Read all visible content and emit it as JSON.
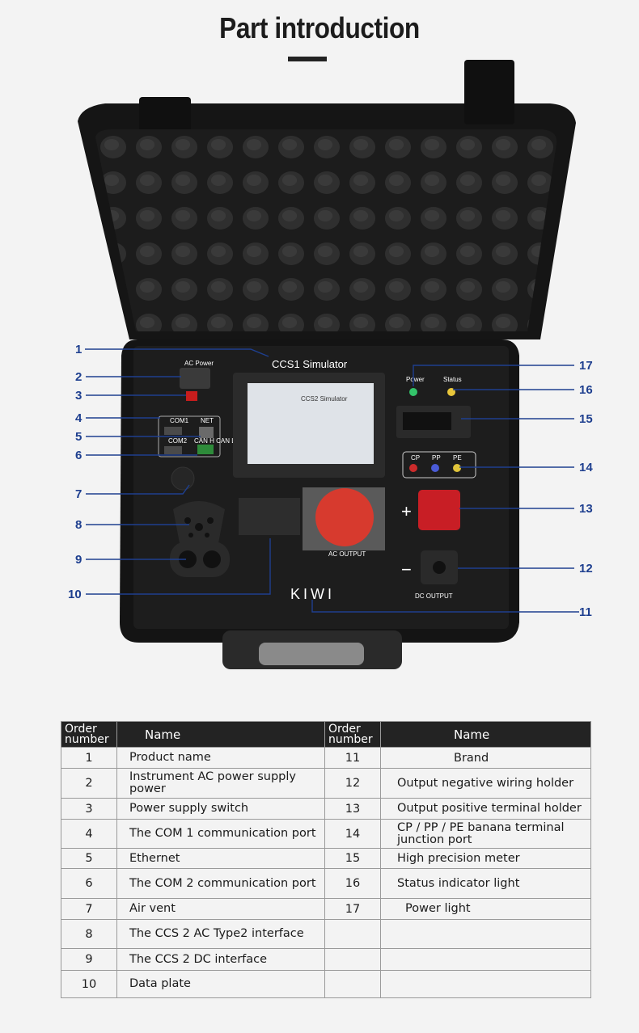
{
  "page": {
    "title": "Part introduction"
  },
  "device": {
    "product_label": "CCS1 Simulator",
    "screen_title": "CCS2 Simulator",
    "brand": "KIWI",
    "ac_power_label": "AC Power",
    "com1_label": "COM1",
    "net_label": "NET",
    "com2_label": "COM2",
    "can_labels": "CAN H  CAN L",
    "power_label": "Power",
    "status_label": "Status",
    "banana_labels": [
      "CP",
      "PP",
      "PE"
    ],
    "ac_output_label": "AC OUTPUT",
    "dc_output_label": "DC OUTPUT",
    "plus_sign": "+",
    "minus_sign": "−",
    "callouts": [
      "1",
      "2",
      "3",
      "4",
      "5",
      "6",
      "7",
      "8",
      "9",
      "10",
      "11",
      "12",
      "13",
      "14",
      "15",
      "16",
      "17"
    ]
  },
  "table": {
    "headers": {
      "order": "Order number",
      "name": "Name"
    },
    "rows": [
      {
        "left_no": "1",
        "left_name": "Product name",
        "right_no": "11",
        "right_name": "Brand"
      },
      {
        "left_no": "2",
        "left_name": "Instrument AC power supply power",
        "right_no": "12",
        "right_name": "Output negative wiring holder"
      },
      {
        "left_no": "3",
        "left_name": "Power supply switch",
        "right_no": "13",
        "right_name": "Output positive terminal holder"
      },
      {
        "left_no": "4",
        "left_name": "The COM 1 communication port",
        "right_no": "14",
        "right_name": "CP / PP / PE banana terminal junction port"
      },
      {
        "left_no": "5",
        "left_name": "Ethernet",
        "right_no": "15",
        "right_name": "High precision meter"
      },
      {
        "left_no": "6",
        "left_name": "The COM 2 communication port",
        "right_no": "16",
        "right_name": "Status indicator light"
      },
      {
        "left_no": "7",
        "left_name": "Air vent",
        "right_no": "17",
        "right_name": "Power light"
      },
      {
        "left_no": "8",
        "left_name": "The CCS 2 AC Type2 interface",
        "right_no": "",
        "right_name": ""
      },
      {
        "left_no": "9",
        "left_name": "The CCS 2 DC interface",
        "right_no": "",
        "right_name": ""
      },
      {
        "left_no": "10",
        "left_name": "Data plate",
        "right_no": "",
        "right_name": ""
      }
    ]
  }
}
